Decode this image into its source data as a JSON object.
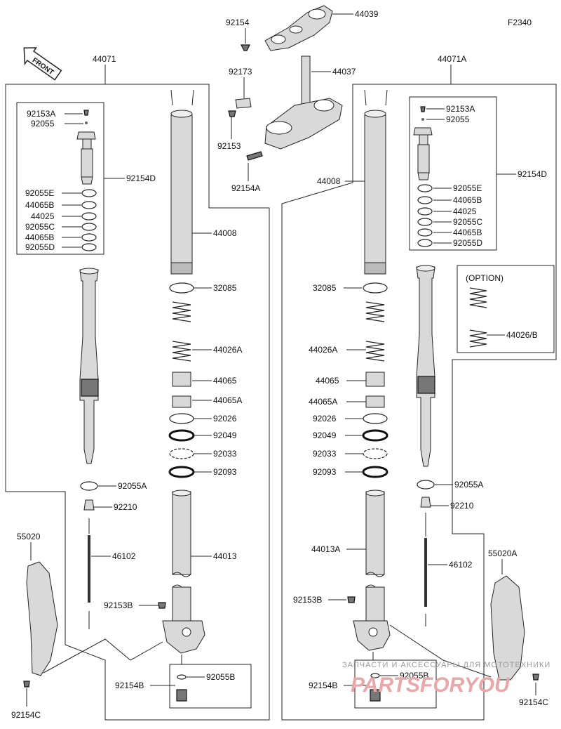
{
  "figure_code": "F2340",
  "front_label": "FRONT",
  "assembly_left": "44071",
  "assembly_right": "44071A",
  "option_label": "(OPTION)",
  "watermark": {
    "line1": "ЗАПЧАСТИ И АКСЕССУАРЫ ДЛЯ МОТОТЕХНИКИ",
    "line2": "PARTSFORYOU"
  },
  "top_parts": {
    "p92154": "92154",
    "p44039": "44039",
    "p92173": "92173",
    "p44037": "44037",
    "p92153": "92153",
    "p92154A": "92154A"
  },
  "left_cartridge": [
    "92153A",
    "92055",
    "92154D",
    "92055E",
    "44065B",
    "44025",
    "92055C",
    "44065B",
    "92055D"
  ],
  "left_tube": [
    "44008",
    "32085",
    "44026A",
    "44065",
    "44065A",
    "92026",
    "92049",
    "92033",
    "92093",
    "92055A",
    "92210",
    "46102",
    "44013",
    "92153B",
    "92154B",
    "92055B"
  ],
  "left_guard": [
    "55020",
    "92154C"
  ],
  "right_cartridge": [
    "92153A",
    "92055",
    "92154D",
    "92055E",
    "44065B",
    "44025",
    "92055C",
    "44065B",
    "92055D"
  ],
  "right_tube": [
    "44008",
    "32085",
    "44026A",
    "44065",
    "44065A",
    "92026",
    "92049",
    "92033",
    "92093",
    "92055A",
    "92210",
    "46102",
    "44013A",
    "92153B",
    "92154B",
    "92055B",
    "44026/B"
  ],
  "right_guard": [
    "55020A",
    "92154C"
  ]
}
